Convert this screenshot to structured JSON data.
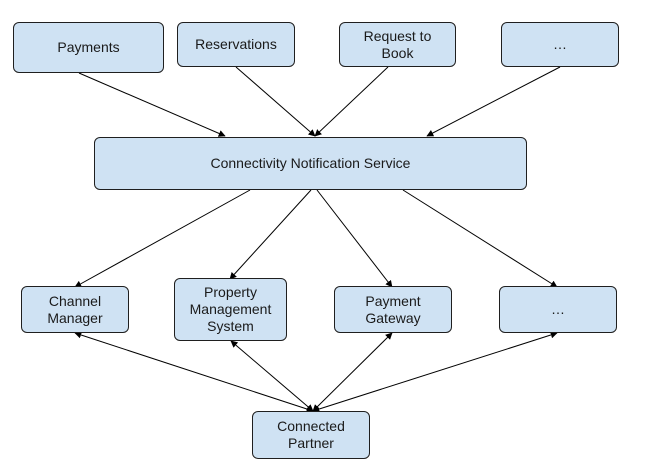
{
  "diagram": {
    "sources": [
      {
        "id": "payments",
        "label": "Payments"
      },
      {
        "id": "reservations",
        "label": "Reservations"
      },
      {
        "id": "request-to-book",
        "label": "Request to\nBook"
      },
      {
        "id": "source-more",
        "label": "…"
      }
    ],
    "hub": {
      "id": "cns",
      "label": "Connectivity Notification Service"
    },
    "targets": [
      {
        "id": "channel-manager",
        "label": "Channel\nManager"
      },
      {
        "id": "pms",
        "label": "Property\nManagement\nSystem"
      },
      {
        "id": "payment-gateway",
        "label": "Payment\nGateway"
      },
      {
        "id": "target-more",
        "label": "…"
      }
    ],
    "partner": {
      "id": "connected-partner",
      "label": "Connected\nPartner"
    },
    "edges": [
      {
        "from": "payments",
        "to": "cns",
        "style": "arrow"
      },
      {
        "from": "reservations",
        "to": "cns",
        "style": "arrow"
      },
      {
        "from": "request-to-book",
        "to": "cns",
        "style": "arrow"
      },
      {
        "from": "source-more",
        "to": "cns",
        "style": "arrow"
      },
      {
        "from": "cns",
        "to": "channel-manager",
        "style": "arrow"
      },
      {
        "from": "cns",
        "to": "pms",
        "style": "arrow"
      },
      {
        "from": "cns",
        "to": "payment-gateway",
        "style": "arrow"
      },
      {
        "from": "cns",
        "to": "target-more",
        "style": "arrow"
      },
      {
        "from": "channel-manager",
        "to": "connected-partner",
        "style": "bidirectional"
      },
      {
        "from": "pms",
        "to": "connected-partner",
        "style": "bidirectional"
      },
      {
        "from": "payment-gateway",
        "to": "connected-partner",
        "style": "bidirectional"
      },
      {
        "from": "target-more",
        "to": "connected-partner",
        "style": "bidirectional"
      }
    ],
    "colors": {
      "box_fill": "#cfe2f3",
      "box_border": "#1f1f1f",
      "edge": "#000000"
    }
  }
}
